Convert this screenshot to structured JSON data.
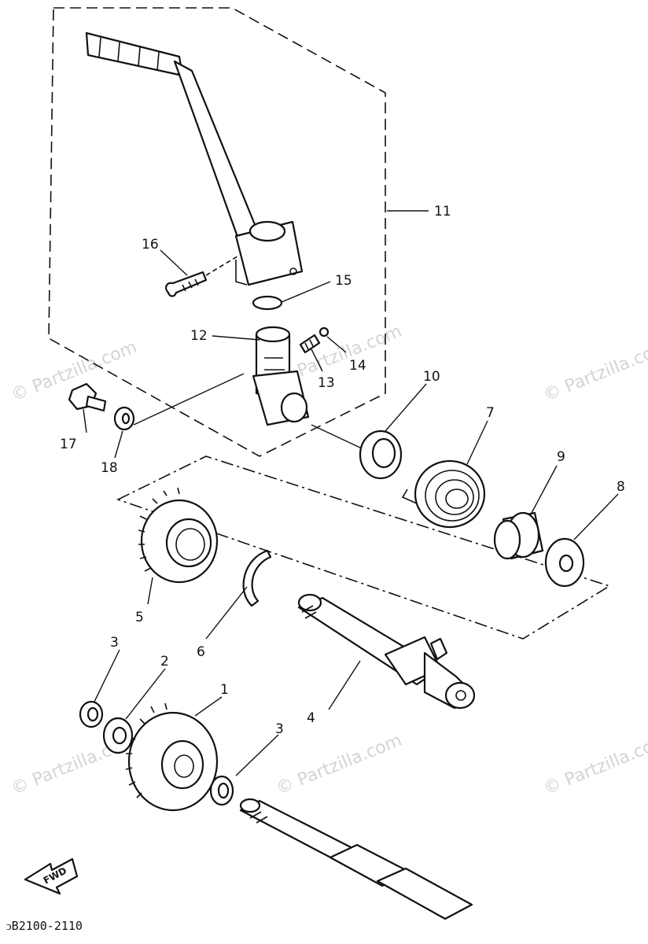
{
  "diagram": {
    "labels": {
      "p1": "1",
      "p2": "2",
      "p3a": "3",
      "p3b": "3",
      "p4": "4",
      "p5": "5",
      "p6": "6",
      "p7": "7",
      "p8": "8",
      "p9": "9",
      "p10": "10",
      "p11": "11",
      "p12": "12",
      "p13": "13",
      "p14": "14",
      "p15": "15",
      "p16": "16",
      "p17": "17",
      "p18": "18"
    },
    "fwd_label": "FWD",
    "drawing_code": "ↄB2100-2110",
    "watermark": "© Partzilla.com"
  }
}
